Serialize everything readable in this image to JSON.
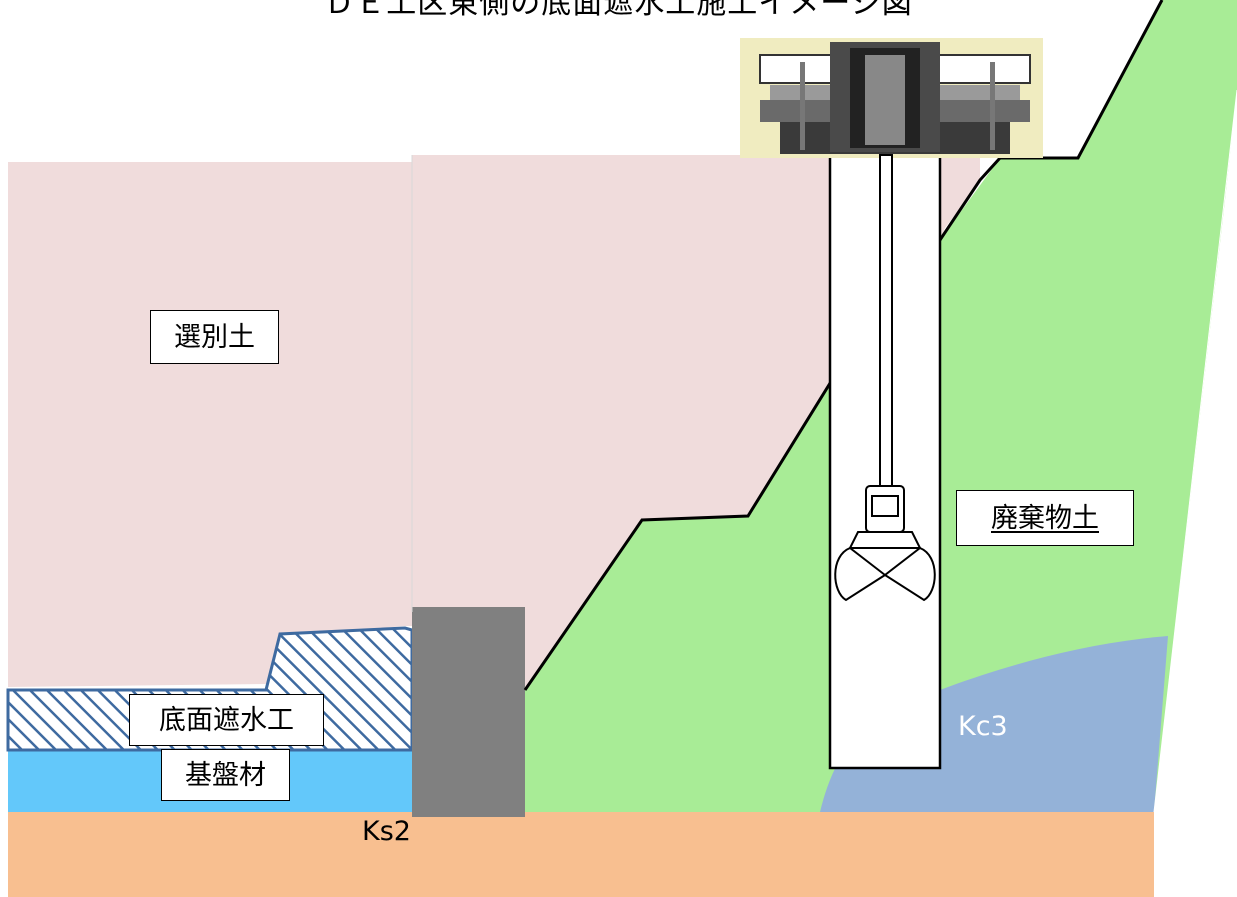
{
  "title": "ＤＥ工区東側の底面遮水工施工イメージ図",
  "labels": {
    "selected_soil": "選別土",
    "waste_soil": "廃棄物土",
    "bottom_waterproofing": "底面遮水工",
    "base_material": "基盤材",
    "ks2": "Ks2",
    "kc3": "Kc3"
  },
  "colors": {
    "selected_soil": "#f0dcdc",
    "waste_soil": "#a8ec96",
    "base_material": "#63c8fa",
    "ks2_layer": "#f8bf90",
    "kc3_layer": "#94b2d8",
    "waterproofing_hatch": "#3e6aa0",
    "steel_wall": "#808080",
    "casing": "#ffffff"
  }
}
